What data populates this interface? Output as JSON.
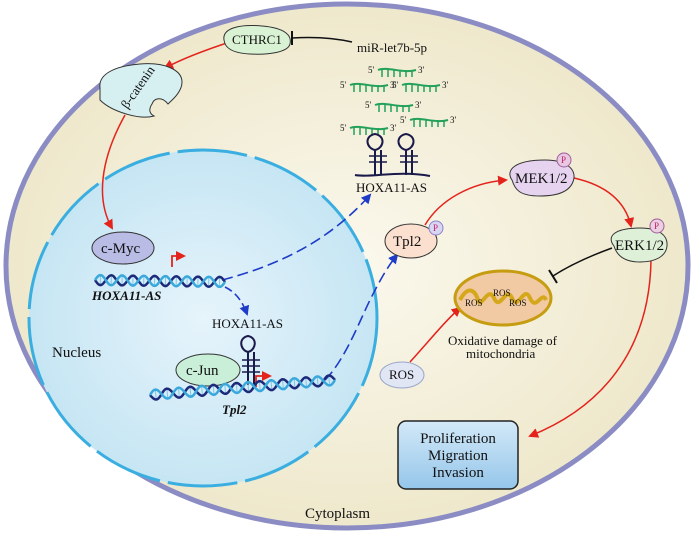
{
  "regions": {
    "cytoplasm": "Cytoplasm",
    "nucleus": "Nucleus"
  },
  "nodes": {
    "cthrc1": "CTHRC1",
    "mirna": "miR-let7b-5p",
    "beta_catenin": "β-catenin",
    "cmyc": "c-Myc",
    "cjun": "c-Jun",
    "tpl2": "Tpl2",
    "mek": "MEK1/2",
    "erk": "ERK1/2",
    "ros": "ROS",
    "hoxa11_gene": "HOXA11-AS",
    "tpl2_gene": "Tpl2",
    "hoxa11_lnc_nucleus": "HOXA11-AS",
    "hoxa11_lnc_cyto": "HOXA11-AS",
    "phospho": "P"
  },
  "mito": {
    "label_line1": "Oxidative damage of",
    "label_line2": "mitochondria",
    "ros": "ROS"
  },
  "outcome": {
    "line1": "Proliferation",
    "line2": "Migration",
    "line3": "Invasion"
  },
  "mirna_ends": {
    "five": "5'",
    "three": "3'"
  },
  "colors": {
    "cell_fill": "#f5f1dc",
    "cell_border": "#8c8cc4",
    "nucleus_fill": "#d5ecf6",
    "nucleus_border": "#3aaee0",
    "red_arrow": "#e4231c",
    "blue_arrow": "#1e3cc8",
    "mirna_green": "#23a15a",
    "cthrc1_fill": "#d9f2d4",
    "mek_fill": "#e5d3ef",
    "erk_fill": "#dff0d8",
    "cmyc_fill": "#b9bde6",
    "cjun_fill": "#c9efd8",
    "tpl2_fill": "#fbe0cf",
    "mito_fill": "#f1c9a2",
    "outcome_fill": "#b6d8f2"
  }
}
